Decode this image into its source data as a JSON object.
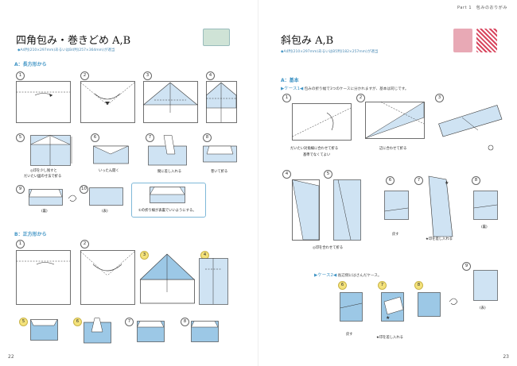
{
  "left": {
    "title": "四角包み・巻きどめ A,B",
    "paper_note": "A4判(210×297mm)あるいはB4判(257×364mm)が適当",
    "section_a": "A：長方形から",
    "section_b": "B：正方形から",
    "page_number": "22",
    "steps_a": [
      "1",
      "2",
      "3",
      "4",
      "5",
      "6",
      "7",
      "8",
      "9",
      "10"
    ],
    "steps_b": [
      "1",
      "2",
      "3",
      "4",
      "5",
      "6",
      "7",
      "8"
    ],
    "captions": {
      "step5": "◎印を少し残すと",
      "step5b": "だいたい図の寸法で折る",
      "step6": "いったん開く",
      "step7": "間に差し入れる",
      "step8": "巻いて折る",
      "step9": "(裏)",
      "step10": "(表)",
      "note": "①の折り線が表裏でいいようにする。"
    }
  },
  "right": {
    "header": "Part 1　包みのおりがみ",
    "title": "斜包み A,B",
    "paper_note": "A4判(210×297mm)あるいはB5判(182×257mm)が適当",
    "section_a": "A：基本",
    "case1_label": "▶ケース1◀",
    "case1_text": "包みの折り幅で3つのケースに分かれますが、基本は同じです。",
    "case2_label": "▶ケース2◀",
    "case2_text": "長辺側にはさんだケース。",
    "page_number": "23",
    "steps": [
      "1",
      "2",
      "3",
      "4",
      "5",
      "6",
      "7",
      "8",
      "9"
    ],
    "steps_case2": [
      "6",
      "7",
      "8"
    ],
    "captions": {
      "step1a": "だいたい対角線に合わせて折る",
      "step1b": "基準でなくてよい",
      "step2": "辺に合わせて折る",
      "step5": "◎印を合わせて折る",
      "step6": "戻す",
      "step7": "★印を差し入れる",
      "step8": "(裏)",
      "step9": "(表)",
      "c2_step6": "戻す",
      "c2_step7": "★印を差し入れる"
    }
  },
  "colors": {
    "paper_blue": "#cfe3f3",
    "paper_blue_dark": "#9cc8e6",
    "accent_blue": "#3e93c4",
    "yellow_badge": "#f4e27a",
    "thumb_green": "#cfe3d6",
    "thumb_pink": "#e8a9b5",
    "thumb_stripe": "#d8455e"
  }
}
